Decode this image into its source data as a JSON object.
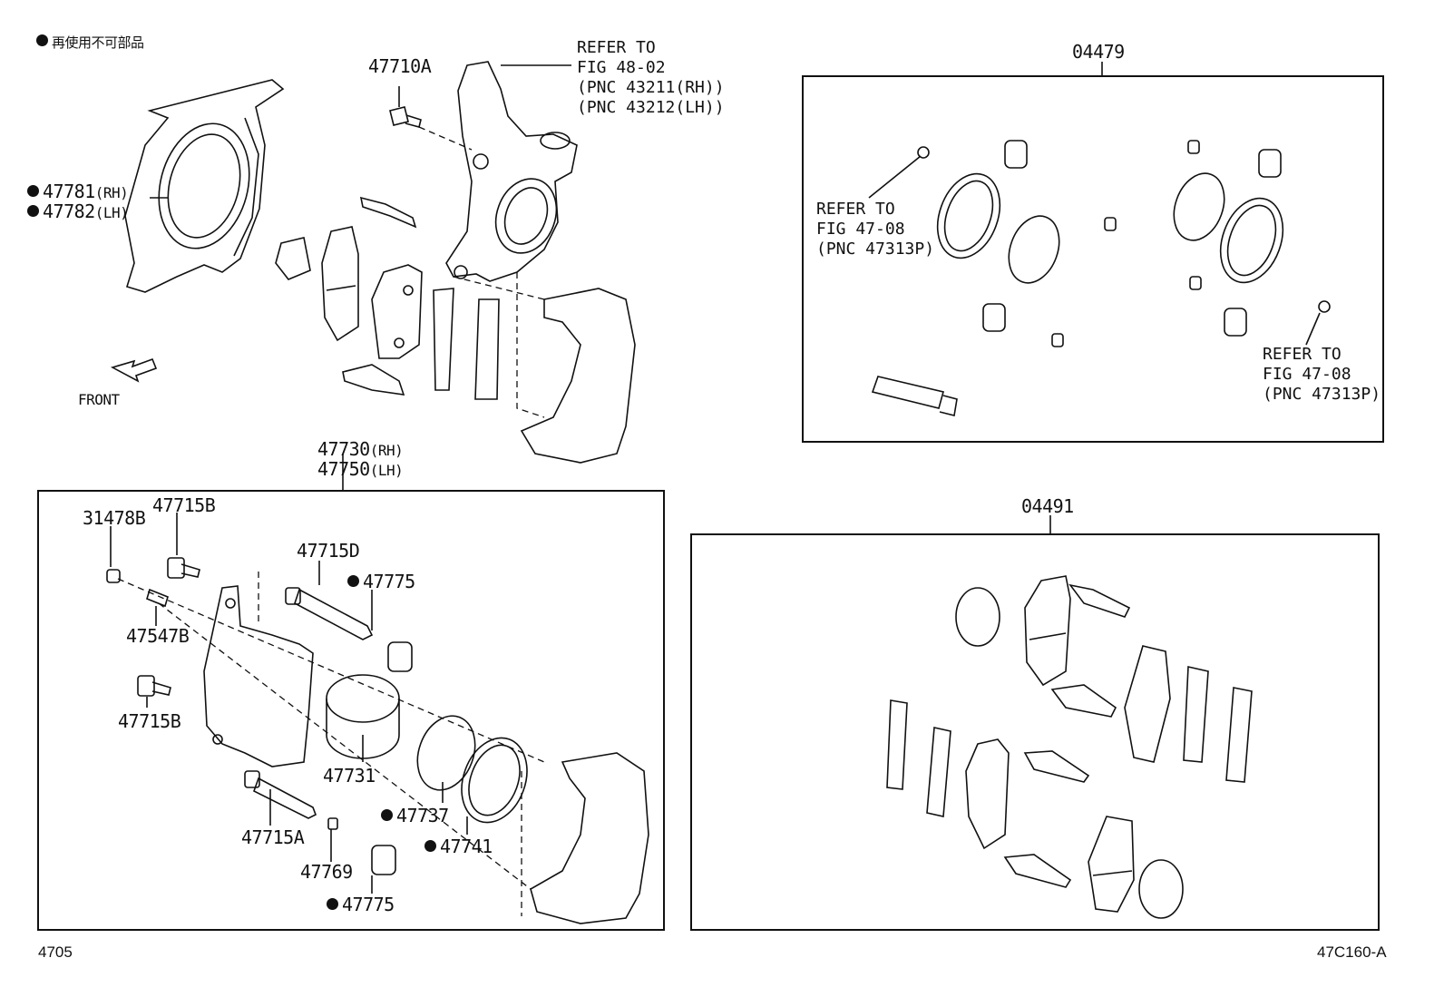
{
  "legend": {
    "bullet_text": "再使用不可部品"
  },
  "top": {
    "knuckle_bolt": "47710A",
    "knuckle_ref": "REFER TO\nFIG 48-02\n(PNC 43211(RH))\n(PNC 43212(LH))",
    "dust_cover_rh": "47781",
    "dust_cover_lh": "47782",
    "rh": "(RH)",
    "lh": "(LH)",
    "front_label": "FRONT",
    "caliper_rh": "47730",
    "caliper_lh": "47750"
  },
  "kit_04479": {
    "title": "04479",
    "ref_left": "REFER TO\nFIG 47-08\n(PNC 47313P)",
    "ref_right": "REFER TO\nFIG 47-08\n(PNC 47313P)"
  },
  "kit_04491": {
    "title": "04491"
  },
  "caliper_box": {
    "labels": {
      "l31478B": "31478B",
      "l47715B_top": "47715B",
      "l47715D": "47715D",
      "l47775_top": "47775",
      "l47547B": "47547B",
      "l47715B_bot": "47715B",
      "l47731": "47731",
      "l47715A": "47715A",
      "l47737": "47737",
      "l47741": "47741",
      "l47769": "47769",
      "l47775_bot": "47775"
    }
  },
  "footer": {
    "left_code": "4705",
    "right_code": "47C160-A"
  }
}
